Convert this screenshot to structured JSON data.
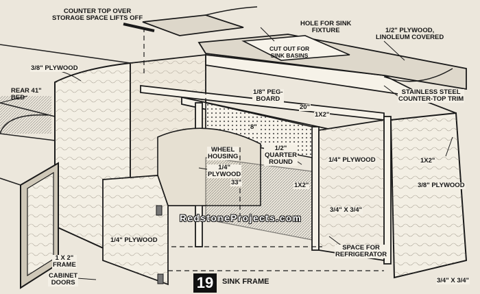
{
  "figure": {
    "number": "19",
    "caption": "SINK FRAME",
    "watermark": "RedstoneProjects.com"
  },
  "labels": {
    "counter_top_over": "COUNTER TOP OVER",
    "storage_space_lifts_off": "STORAGE SPACE LIFTS OFF",
    "hole_for_sink": "HOLE FOR SINK",
    "fixture": "FIXTURE",
    "half_plywood": "1/2\" PLYWOOD,",
    "linoleum_covered": "LINOLEUM COVERED",
    "cut_out_for": "CUT OUT FOR",
    "sink_basins": "SINK BASINS",
    "three_eighths_plywood": "3/8\" PLYWOOD",
    "rear_41": "REAR 41\"",
    "bed": "BED",
    "stainless_steel": "STAINLESS STEEL",
    "counter_top_trim": "COUNTER-TOP TRIM",
    "eighth": "1/8\" PEG-",
    "board": "BOARD",
    "dim_20": "20\"",
    "dim_1x2_top": "1X2\"",
    "dim_8": "8\"",
    "wheel": "WHEEL",
    "housing": "HOUSING",
    "quarter_plywood_wheel": "1/4\"",
    "plywood_wheel": "PLYWOOD",
    "half_quarter": "1/2\"",
    "quarter": "QUARTER",
    "round": "ROUND",
    "quarter_plywood_mid": "1/4\" PLYWOOD",
    "dim_1x2_right": "1X2\"",
    "three_eighths_plywood_right": "3/8\" PLYWOOD",
    "dim_33": "33\"",
    "dim_1x2_mid": "1X2\"",
    "quarter_plywood_door": "1/4\" PLYWOOD",
    "three_quarter_x": "3/4\" x 3/4\"",
    "space_for": "SPACE FOR",
    "refrigerator": "REFRIGERATOR",
    "one_x_two_frame": "1 X 2\"",
    "frame": "FRAME",
    "cabinet": "CABINET",
    "doors": "DOORS",
    "three_quarter_bottom": "3/4\" x 3/4\""
  }
}
